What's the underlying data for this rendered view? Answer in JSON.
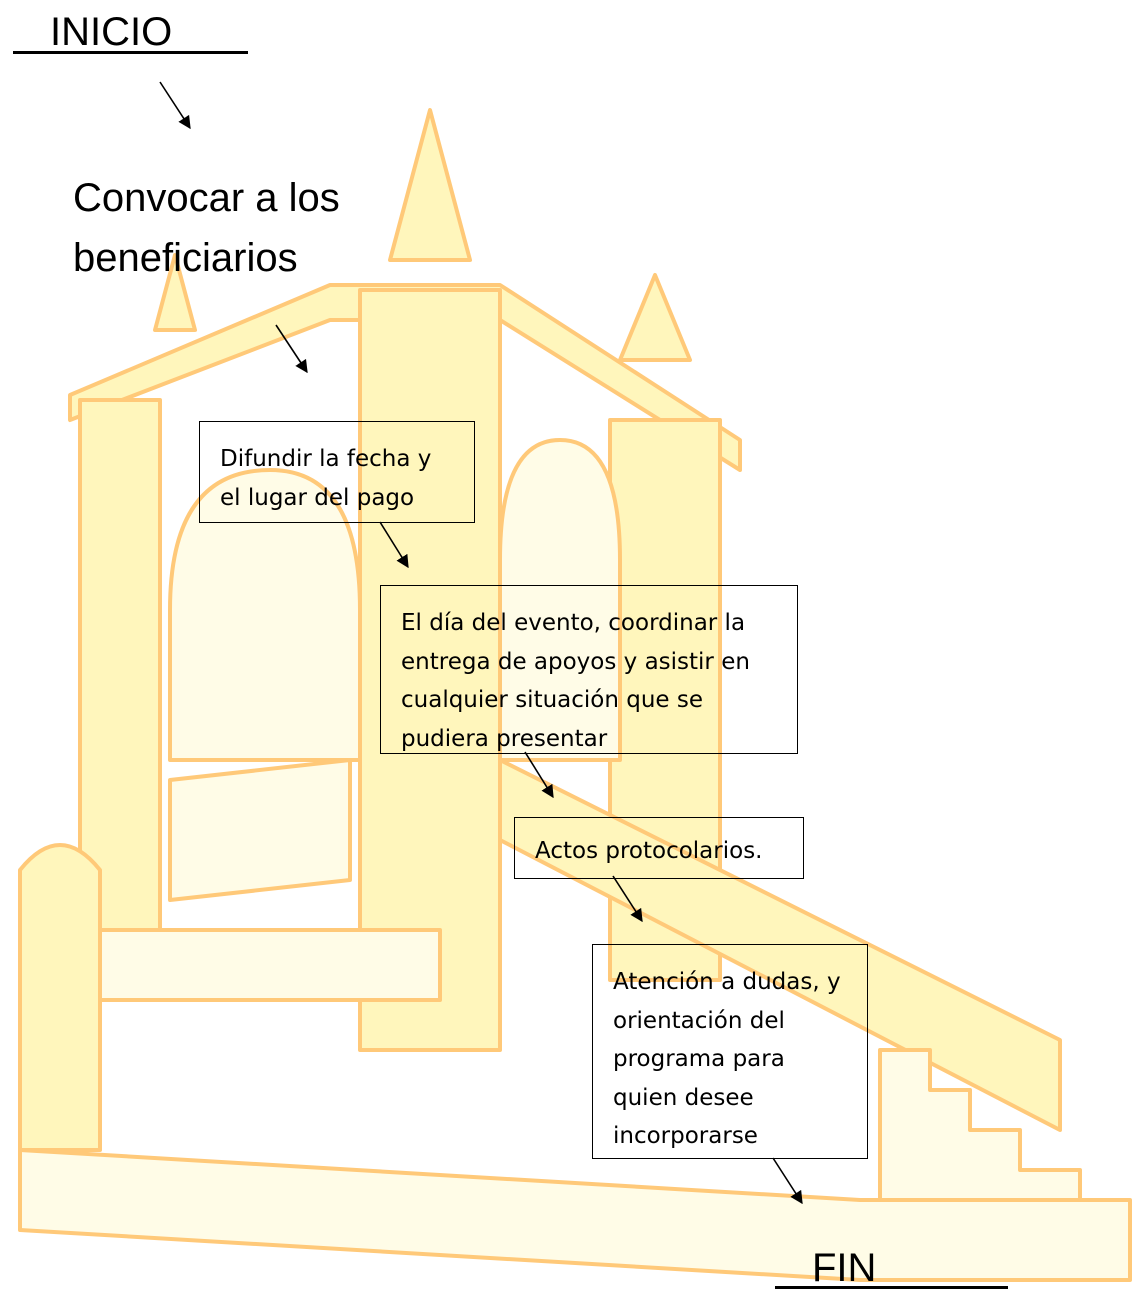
{
  "colors": {
    "watermark_fill": "#fff3a6",
    "watermark_stroke": "#ffb84d",
    "line": "#000000"
  },
  "flow": {
    "start": "INICIO",
    "step1": "Convocar a los\nbeneficiarios",
    "step2": "Difundir la fecha y\nel lugar del pago",
    "step3": "El día del evento, coordinar la\nentrega de apoyos y asistir en\ncualquier situación que se\npudiera presentar",
    "step4": "Actos protocolarios.",
    "step5": "Atención a dudas, y\norientación del\nprograma para\nquien desee\nincorporarse",
    "end": "FIN"
  }
}
